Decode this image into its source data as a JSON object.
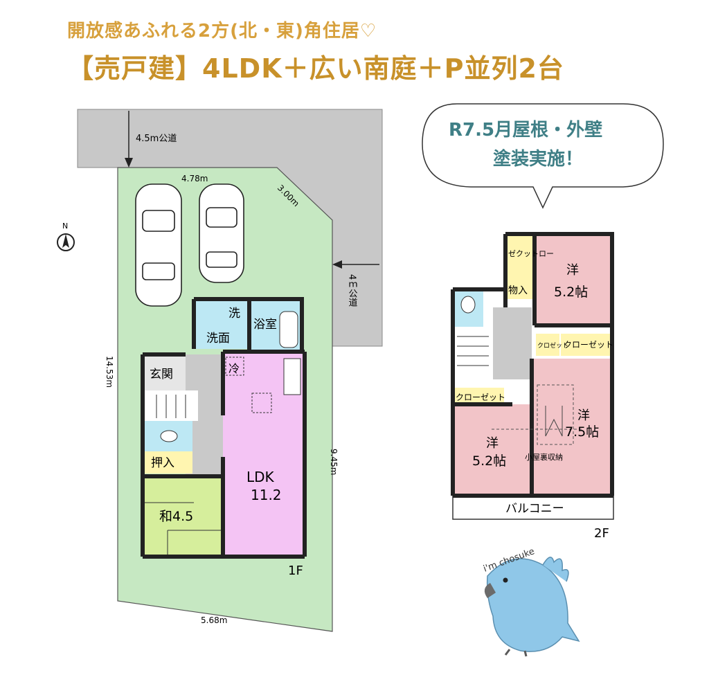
{
  "header": {
    "subtitle": "開放感あふれる2方(北・東)角住居♡",
    "title": "【売戸建】4LDK＋広い南庭＋P並列2台"
  },
  "site": {
    "road_north": "4.5m公道",
    "road_east": "4ｍ公道",
    "dim_top": "4.78m",
    "dim_corner": "3.00m",
    "dim_left": "14.53m",
    "dim_right": "9.45m",
    "dim_bottom": "5.68m",
    "north_label": "N"
  },
  "floor1": {
    "label": "1F",
    "rooms": {
      "laundry": "洗",
      "washroom": "洗面",
      "bath": "浴室",
      "entrance": "玄関",
      "fridge": "冷",
      "closet": "押入",
      "ldk_name": "LDK",
      "ldk_size": "11.2",
      "japanese": "和4.5"
    }
  },
  "floor2": {
    "label": "2F",
    "rooms": {
      "walk_in": "ゼクットロー",
      "storage": "物入",
      "west_top_name": "洋",
      "west_top_size": "5.2帖",
      "closet_small": "クロゼット",
      "closet_1": "クローゼット",
      "closet_2": "クローゼット",
      "west_left_name": "洋",
      "west_left_size": "5.2帖",
      "west_right_name": "洋",
      "west_right_size": "7.5帖",
      "attic": "小屋裏収納",
      "balcony": "バルコニー"
    }
  },
  "bubble": {
    "line1": "R7.5月屋根・外壁",
    "line2": "塗装実施！"
  },
  "mascot": {
    "caption": "i'm chosuke"
  },
  "colors": {
    "title": "#c8912a",
    "site": "#c6e8c2",
    "road": "#c8c8c8",
    "ldk": "#f4c4f4",
    "wet": "#bde8f4",
    "tatami": "#d6ee9c",
    "bedroom": "#f2c4c8",
    "closet": "#fff5b0"
  }
}
